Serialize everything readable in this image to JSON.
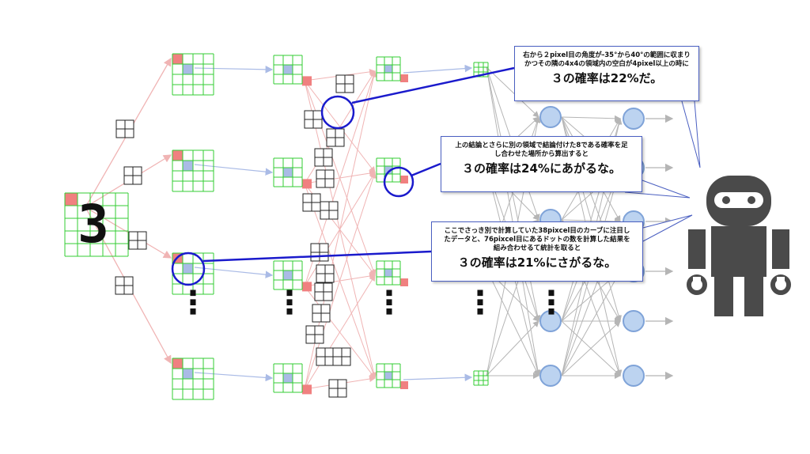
{
  "input_digit": "3",
  "ellipsis": "⋮",
  "callouts": [
    {
      "line1": "右から２pixel目の角度が-35°から40°の範囲に収まり",
      "line2": "かつその隣の4x4の領域内の空白が4pixel以上の時に",
      "result": "３の確率は22%だ。"
    },
    {
      "line1": "上の結論とさらに別の領域で結論付けた8である確率を足",
      "line2": "し合わせた場所から算出すると",
      "result": "３の確率は24%にあがるな。"
    },
    {
      "line1": "ここでさっき別で計算していた38pixcel目のカーブに注目し",
      "line2": "たデータと、76pixcel目にあるドットの数を計算した結果を",
      "line3": "組み合わせるて統計を取ると",
      "result": "３の確率は21%にさがるな。"
    }
  ],
  "colors": {
    "grid": "#33cc33",
    "red_cell": "#f08080",
    "blue_cell": "#aabbe6",
    "node_fill": "#bcd3f0",
    "node_stroke": "#7fa3d8",
    "pink_line": "#f0b4b4",
    "gray_line": "#b5b5b5",
    "highlight": "#1a1acc",
    "robot": "#4a4a4a"
  },
  "icons": [
    "robot-icon",
    "filter-kernel-icon"
  ]
}
